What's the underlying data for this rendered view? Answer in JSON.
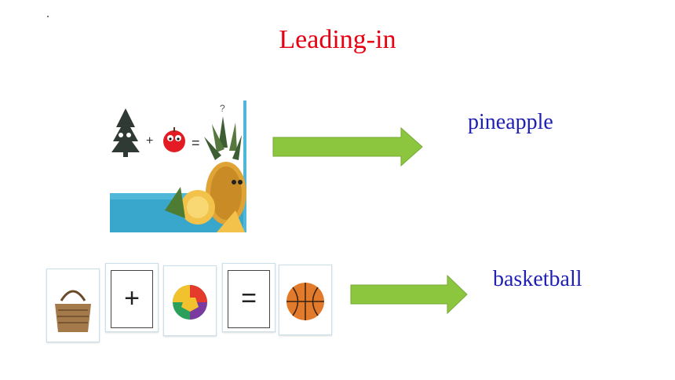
{
  "slide": {
    "title": "Leading-in",
    "row1": {
      "answer": "pineapple",
      "equation_symbols": [
        "+",
        "="
      ],
      "question_mark": "?"
    },
    "row2": {
      "answer": "basketball",
      "cards": [
        "basket-card",
        "+",
        "ball-card",
        "=",
        "basketball-card"
      ]
    }
  },
  "colors": {
    "title": "#e60012",
    "answer": "#1f1fb3",
    "arrow": "#8cc63f"
  }
}
